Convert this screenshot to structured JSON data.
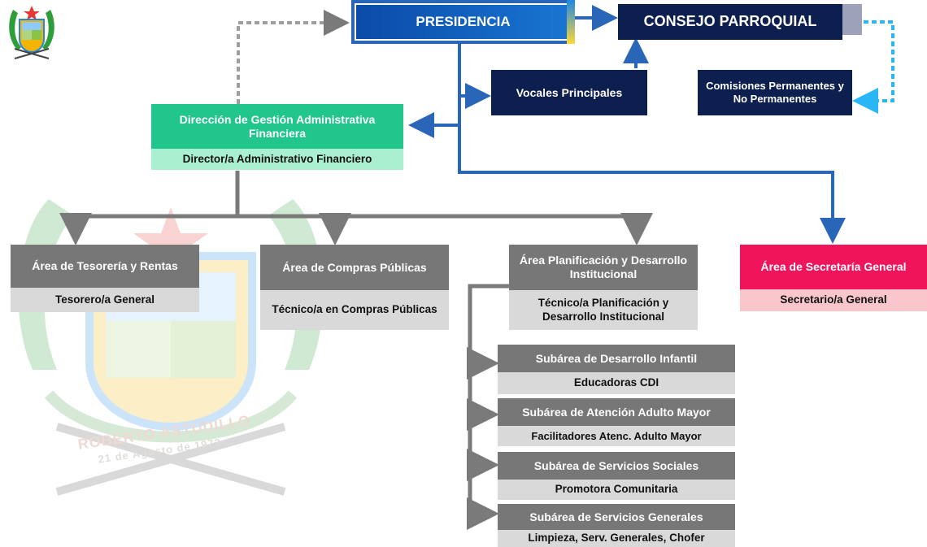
{
  "presidency": {
    "label": "PRESIDENCIA"
  },
  "council": {
    "label": "CONSEJO PARROQUIAL"
  },
  "principal_members": {
    "label": "Vocales Principales"
  },
  "commissions": {
    "label": "Comisiones Permanentes y No Permanentes"
  },
  "admin_finance": {
    "title": "Dirección de Gestión Administrativa Financiera",
    "role": "Director/a Administrativo Financiero"
  },
  "areas": [
    {
      "title": "Área de Tesorería y Rentas",
      "role": "Tesorero/a General"
    },
    {
      "title": "Área de Compras Públicas",
      "role": "Técnico/a en Compras Públicas"
    },
    {
      "title": "Área Planificación y Desarrollo Institucional",
      "role": "Técnico/a Planificación y Desarrollo Institucional"
    },
    {
      "title": "Área de Secretaría General",
      "role": "Secretario/a General"
    }
  ],
  "subareas": [
    {
      "title": "Subárea de Desarrollo Infantil",
      "role": "Educadoras CDI"
    },
    {
      "title": "Subárea de Atención Adulto Mayor",
      "role": "Facilitadores  Atenc. Adulto Mayor"
    },
    {
      "title": "Subárea de Servicios Sociales",
      "role": "Promotora Comunitaria"
    },
    {
      "title": "Subárea de Servicios Generales",
      "role": "Limpieza, Serv. Generales, Chofer"
    }
  ],
  "watermark": {
    "name": "ROBERTO ASTUDILLO",
    "date": "21 de Agosto de 1973"
  },
  "colors": {
    "navy": "#0d1f4f",
    "presidency": "#1565c0",
    "admin_green": "#21c68c",
    "admin_light": "#a8f0cf",
    "secretary_pink": "#f0145a",
    "secretary_light": "#f9c6cc",
    "connector_blue": "#2a66b8",
    "connector_gray": "#7a7a7a",
    "dotted_blue": "#29b6f6"
  }
}
